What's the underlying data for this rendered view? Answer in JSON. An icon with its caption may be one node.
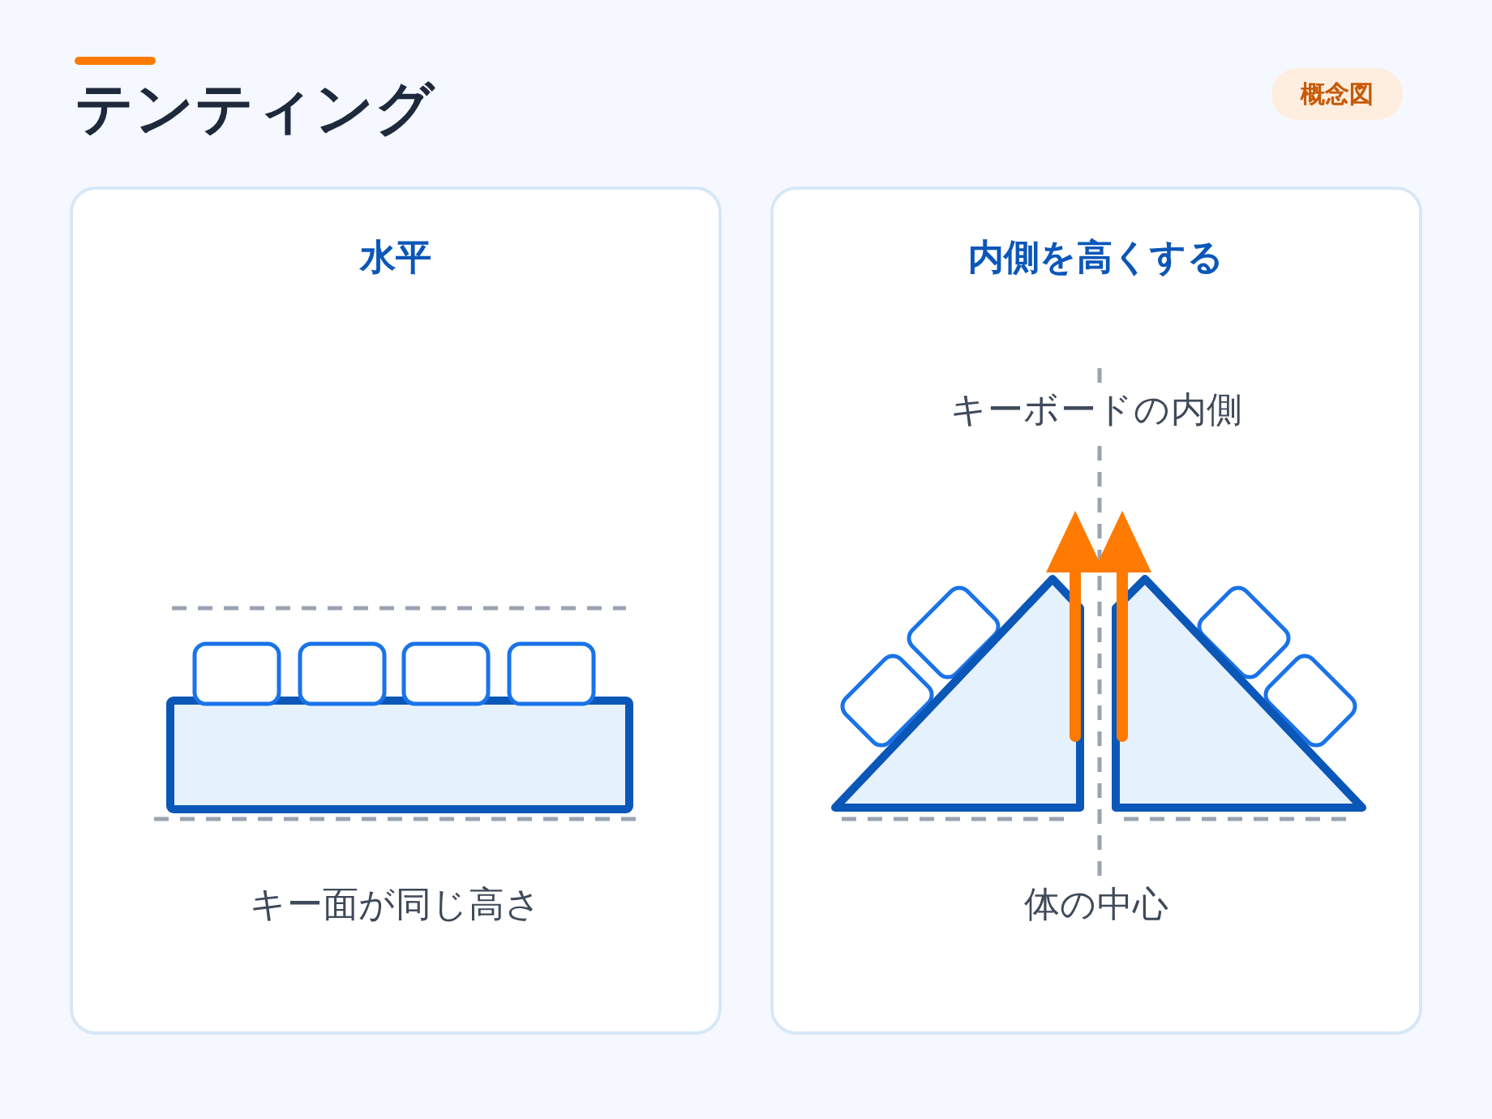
{
  "diagram": {
    "title": "テンティング",
    "nodes": [
      {
        "text": [
          "水平",
          "キー面が同じ高さ"
        ]
      },
      {
        "text": [
          "内側を高くする",
          "キーボードの内側",
          "体の中心"
        ]
      }
    ],
    "labels": [
      "概念図"
    ]
  }
}
